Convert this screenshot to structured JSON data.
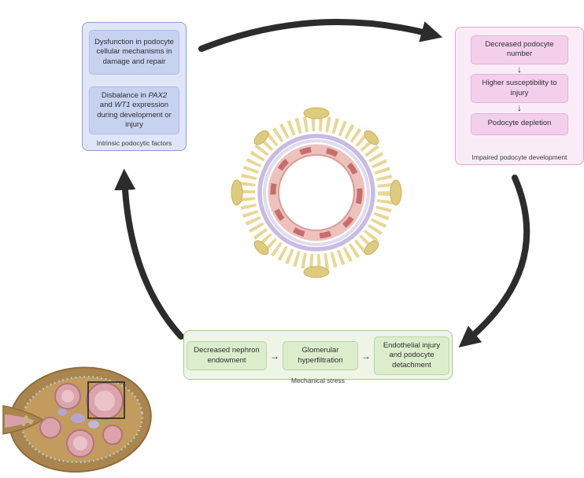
{
  "boxes": {
    "intrinsic": {
      "label": "Intrinsic podocytic factors",
      "item1": "Dysfunction in podocyte cellular mechanisms in damage and repair",
      "item2": {
        "pre": "Disbalance in ",
        "gene1": "PAX2",
        "mid": " and ",
        "gene2": "WT1",
        "post": " expression during development or injury"
      }
    },
    "impaired": {
      "label": "Impaired podocyte development",
      "items": [
        "Decreased podocyte number",
        "Higher susceptibility to injury",
        "Podocyte depletion"
      ]
    },
    "mechanical": {
      "label": "Mechanical stress",
      "items": [
        "Decreased nephron endowment",
        "Glomerular hyperfiltration",
        "Endothelial injury and podocyte detachment"
      ]
    }
  },
  "icons": {
    "down_arrow": "↓",
    "right_arrow": "→",
    "cycle_arrow": "curved-black-arrow"
  },
  "colors": {
    "intrinsic_bg": "#e0e6f7",
    "intrinsic_border": "#8d9ed3",
    "intrinsic_item_bg": "#c7d1f0",
    "impaired_bg": "#f9ecf7",
    "impaired_border": "#d9aacf",
    "impaired_item_bg": "#f3cfec",
    "mechanical_bg": "#eef5e7",
    "mechanical_border": "#a9c794",
    "mechanical_item_bg": "#dcedcc",
    "cycle_arrow": "#2c2c2c",
    "illustration": {
      "podocyte_yellow": "#e8d795",
      "podocyte_body_yellow": "#dfcb7d",
      "basement_membrane_purple": "#c8bce2",
      "capillary_pink": "#edc2bc",
      "endothelium_red": "#c66e6c",
      "capsule_brown": "#aa854e",
      "capillary_loop_pink": "#dba4ac",
      "lining_blue": "#a8dbec",
      "interstitium_purple": "#b4a4d6"
    }
  }
}
